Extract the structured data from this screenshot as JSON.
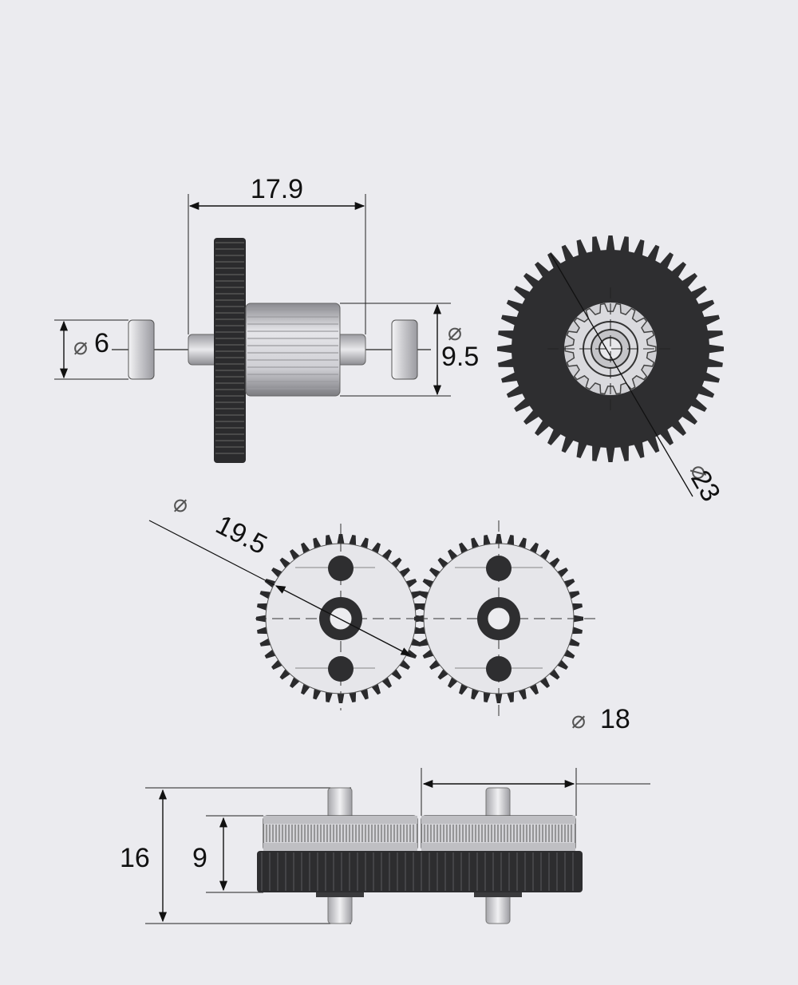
{
  "symbols": {
    "diameter": "⌀"
  },
  "dimensions": {
    "shaft_length": "17.9",
    "bearing_diameter": "6",
    "pinion_diameter": "9.5",
    "large_gear_diameter": "23",
    "drive_gear_center_distance": "19.5",
    "drive_gear_diameter": "18",
    "assembly_height": "16",
    "gear_height": "9"
  },
  "colors": {
    "background": "#ebebef",
    "gear_dark": "#2e2e30",
    "metal_light": "#d8d8dc",
    "line": "#222222"
  }
}
